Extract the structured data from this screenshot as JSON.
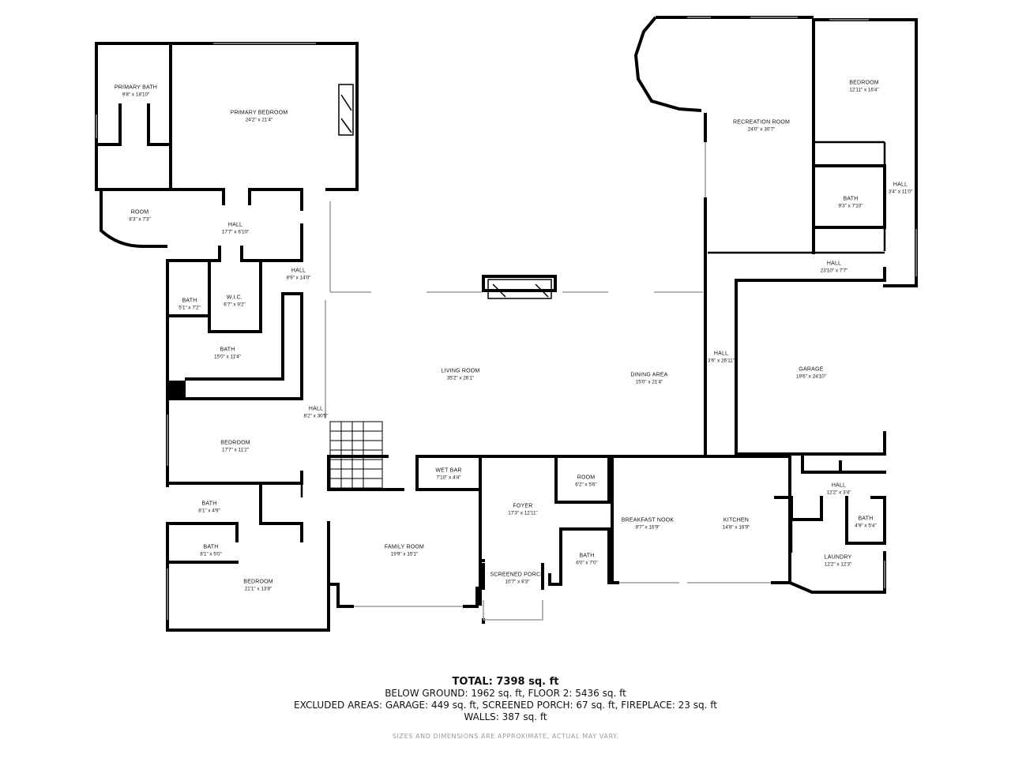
{
  "rooms": [
    {
      "id": "primary-bath",
      "name": "PRIMARY BATH",
      "dim": "9'8\" x 18'10\""
    },
    {
      "id": "primary-bedroom",
      "name": "PRIMARY BEDROOM",
      "dim": "24'2\" x 21'4\""
    },
    {
      "id": "room-upper",
      "name": "ROOM",
      "dim": "8'3\" x 7'3\""
    },
    {
      "id": "hall-upper",
      "name": "HALL",
      "dim": "17'7\" x 6'10\""
    },
    {
      "id": "hall-8-9",
      "name": "HALL",
      "dim": "8'9\" x 14'0\""
    },
    {
      "id": "bath-5-1",
      "name": "BATH",
      "dim": "5'1\" x 7'2\""
    },
    {
      "id": "wic",
      "name": "W.I.C.",
      "dim": "6'7\" x 9'2\""
    },
    {
      "id": "bath-15",
      "name": "BATH",
      "dim": "15'0\" x 11'4\""
    },
    {
      "id": "hall-west",
      "name": "HALL",
      "dim": "8'2\" x 30'5\""
    },
    {
      "id": "bedroom-west",
      "name": "BEDROOM",
      "dim": "17'7\" x 11'2\""
    },
    {
      "id": "bath-8-1-a",
      "name": "BATH",
      "dim": "8'1\" x 4'9\""
    },
    {
      "id": "bath-8-1-b",
      "name": "BATH",
      "dim": "8'1\" x 5'0\""
    },
    {
      "id": "bedroom-sw",
      "name": "BEDROOM",
      "dim": "21'1\" x 13'8\""
    },
    {
      "id": "living-room",
      "name": "LIVING ROOM",
      "dim": "35'2\" x 26'1\""
    },
    {
      "id": "dining-area",
      "name": "DINING AREA",
      "dim": "15'0\" x 21'4\""
    },
    {
      "id": "wet-bar",
      "name": "WET BAR",
      "dim": "7'10\" x 4'4\""
    },
    {
      "id": "foyer",
      "name": "FOYER",
      "dim": "17'3\" x 12'11\""
    },
    {
      "id": "room-small",
      "name": "ROOM",
      "dim": "6'2\" x 5'6\""
    },
    {
      "id": "family-room",
      "name": "FAMILY ROOM",
      "dim": "19'9\" x 15'1\""
    },
    {
      "id": "bath-6",
      "name": "BATH",
      "dim": "6'0\" x 7'0\""
    },
    {
      "id": "screened-porch",
      "name": "SCREENED PORCH",
      "dim": "10'7\" x 8'3\""
    },
    {
      "id": "breakfast-nook",
      "name": "BREAKFAST NOOK",
      "dim": "9'7\" x 16'9\""
    },
    {
      "id": "kitchen",
      "name": "KITCHEN",
      "dim": "14'8\" x 16'9\""
    },
    {
      "id": "recreation-room",
      "name": "RECREATION ROOM",
      "dim": "24'0\" x 30'7\""
    },
    {
      "id": "bedroom-ne",
      "name": "BEDROOM",
      "dim": "12'11\" x 16'4\""
    },
    {
      "id": "bath-9-3",
      "name": "BATH",
      "dim": "9'3\" x 7'10\""
    },
    {
      "id": "hall-3-4",
      "name": "HALL",
      "dim": "3'4\" x 11'0\""
    },
    {
      "id": "hall-23",
      "name": "HALL",
      "dim": "23'10\" x 7'7\""
    },
    {
      "id": "hall-east",
      "name": "HALL",
      "dim": "3'6\" x 26'11\""
    },
    {
      "id": "garage",
      "name": "GARAGE",
      "dim": "19'6\" x 24'10\""
    },
    {
      "id": "hall-12-2",
      "name": "HALL",
      "dim": "12'2\" x 3'4\""
    },
    {
      "id": "bath-4-9",
      "name": "BATH",
      "dim": "4'9\" x 5'4\""
    },
    {
      "id": "laundry",
      "name": "LAUNDRY",
      "dim": "12'2\" x 12'3\""
    }
  ],
  "totals": {
    "total": "TOTAL: 7398 sq. ft",
    "below": "BELOW GROUND: 1962 sq. ft, FLOOR 2: 5436 sq. ft",
    "excluded": "EXCLUDED AREAS: GARAGE: 449 sq. ft, SCREENED PORCH: 67 sq. ft, FIREPLACE: 23 sq. ft",
    "walls": "WALLS: 387 sq. ft"
  },
  "disclaimer": "SIZES AND DIMENSIONS ARE APPROXIMATE, ACTUAL MAY VARY.",
  "colors": {
    "wall": "#000000",
    "window": "#9a9a9a",
    "background": "#ffffff"
  }
}
